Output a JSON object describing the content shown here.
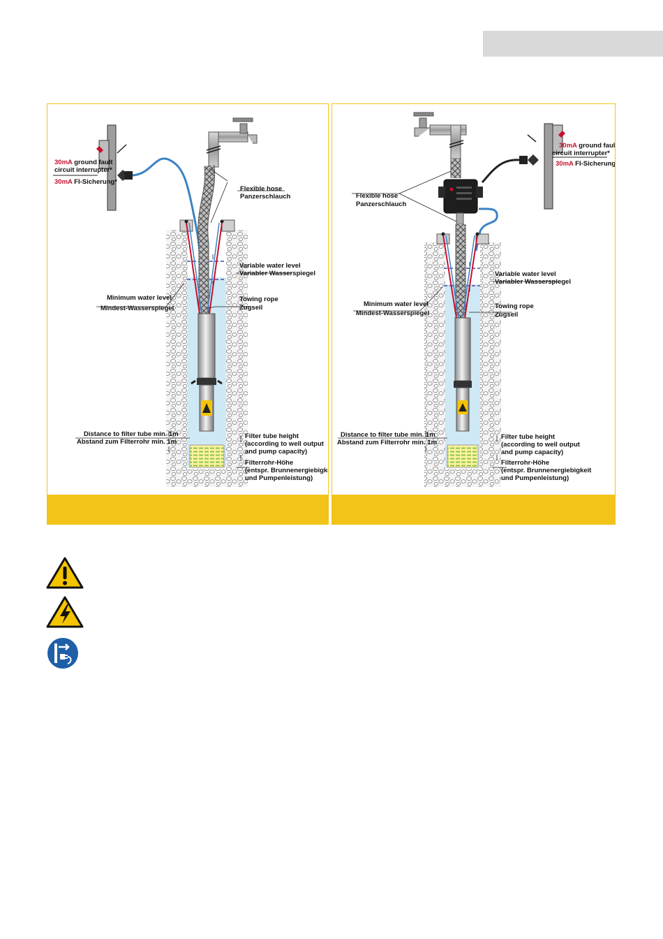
{
  "colors": {
    "panel_border": "#f2c318",
    "footer": "#f2c318",
    "tab": "#d9d9d9",
    "water": "#cfe8f5",
    "accent_red": "#c8102e",
    "cable_blue": "#3b82c4",
    "warning_yellow": "#f5c400",
    "mandatory_blue": "#1f5fa8"
  },
  "left": {
    "fi_30": "30mA",
    "fi_line1_rest": " ground fault",
    "fi_line2": "circuit interrupter*",
    "fi_30b": "30mA",
    "fi_line3_rest": " FI-Sicherung*",
    "hose_en": "Flexible hose",
    "hose_de": "Panzerschlauch",
    "var_en": "Variable water level",
    "var_de": "Variabler Wasserspiegel",
    "min_en": "Minimum water level",
    "min_de": "Mindest-Wasserspiegel",
    "rope_en": "Towing rope",
    "rope_de": "Zugseil",
    "dist_en": "Distance to filter tube min. 1m",
    "dist_de": "Abstand zum Filterrohr min. 1m",
    "filter_en1": "Filter tube height",
    "filter_en2": "(according to well output",
    "filter_en3": "and pump capacity)",
    "filter_de1": "Filterrohr-Höhe",
    "filter_de2": "(entspr. Brunnenergiebigkeit",
    "filter_de3": "und Pumpenleistung)"
  },
  "right": {
    "fi_30": "30mA",
    "fi_line1_rest": " ground fault",
    "fi_line2": "circuit interrupter*",
    "fi_30b": "30mA",
    "fi_line3_rest": " FI-Sicherung*",
    "hose_en": "Flexible hose",
    "hose_de": "Panzerschlauch",
    "var_en": "Variable water level",
    "var_de": "Variabler Wasserspiegel",
    "min_en": "Minimum water level",
    "min_de": "Mindest-Wasserspiegel",
    "rope_en": "Towing rope",
    "rope_de": "Zugseil",
    "dist_en": "Distance to filter tube min. 1m",
    "dist_de": "Abstand zum Filterrohr min. 1m",
    "filter_en1": "Filter tube height",
    "filter_en2": "(according to well output",
    "filter_en3": "and pump capacity)",
    "filter_de1": "Filterrohr-Höhe",
    "filter_de2": "(entspr. Brunnenergiebigkeit",
    "filter_de3": "und Pumpenleistung)"
  },
  "icons": [
    "general-warning-icon",
    "electrical-hazard-icon",
    "disconnect-mains-plug-icon"
  ]
}
